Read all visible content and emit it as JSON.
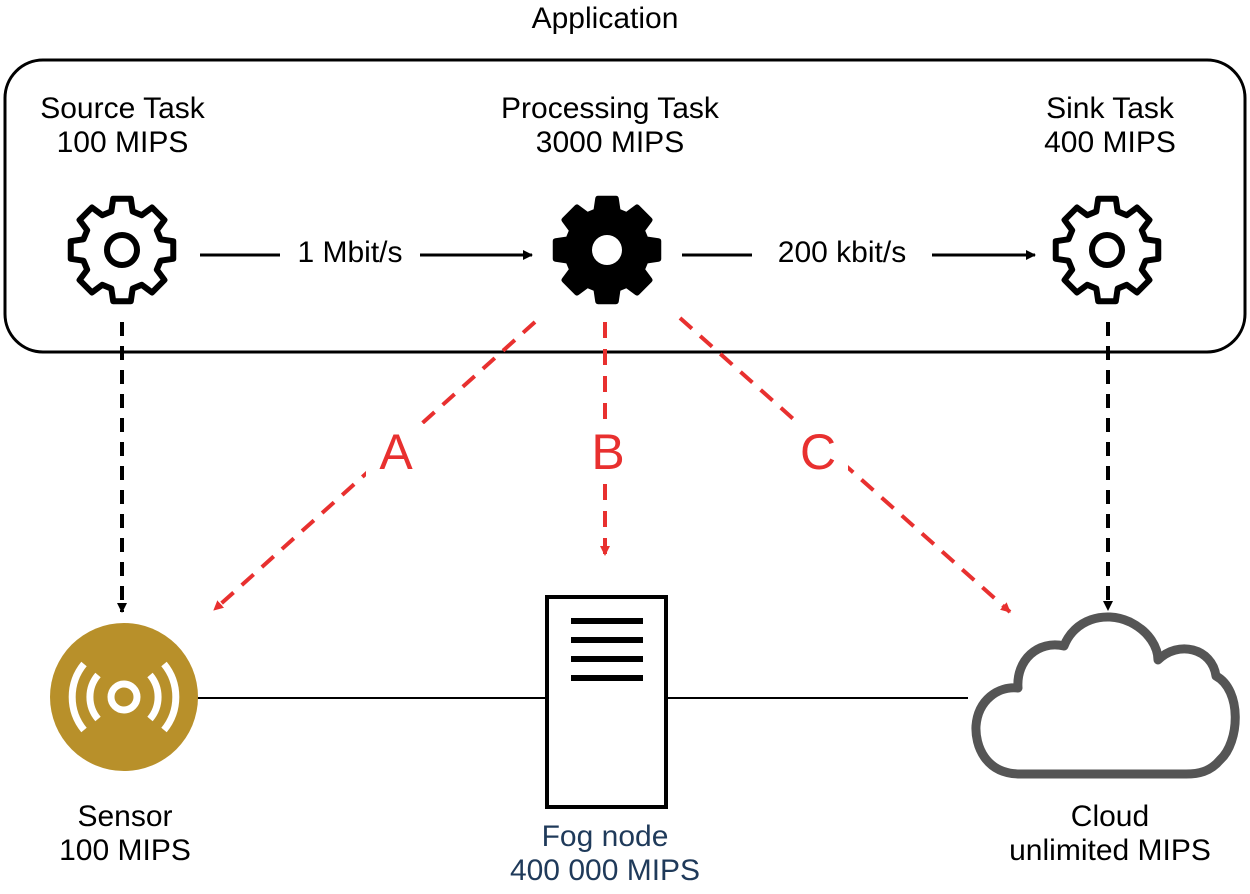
{
  "application_label": "Application",
  "tasks": {
    "source": {
      "name": "Source Task",
      "mips": "100 MIPS"
    },
    "processing": {
      "name": "Processing Task",
      "mips": "3000 MIPS"
    },
    "sink": {
      "name": "Sink Task",
      "mips": "400 MIPS"
    }
  },
  "links": {
    "source_to_processing": "1 Mbit/s",
    "processing_to_sink": "200 kbit/s"
  },
  "placement_options": {
    "a": "A",
    "b": "B",
    "c": "C"
  },
  "nodes": {
    "sensor": {
      "name": "Sensor",
      "mips": "100 MIPS"
    },
    "fog": {
      "name": "Fog node",
      "mips": "400 000 MIPS"
    },
    "cloud": {
      "name": "Cloud",
      "mips": "unlimited MIPS"
    }
  },
  "colors": {
    "placement_arrow": "#e8302f",
    "sensor": "#b8902a",
    "cloud_outline": "#555555",
    "fog_text": "#1f3a5a"
  },
  "icons": {
    "source_task": "gear-outline-icon",
    "processing_task": "gear-filled-icon",
    "sink_task": "gear-outline-icon",
    "sensor": "sensor-signal-icon",
    "fog": "server-icon",
    "cloud": "cloud-icon"
  }
}
